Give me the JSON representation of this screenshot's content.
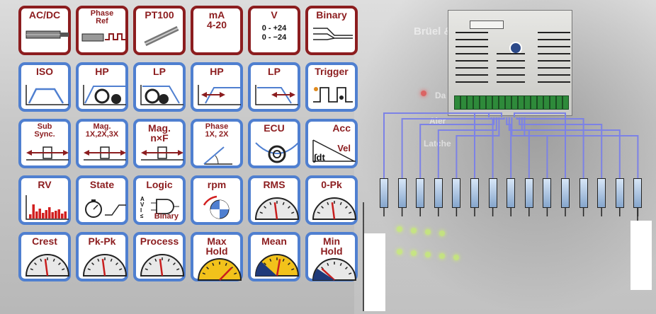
{
  "tiles": [
    {
      "label": "AC/DC",
      "color": "red",
      "icon": "sensor-probe-icon"
    },
    {
      "label": "Phase\nRef",
      "color": "red",
      "icon": "phase-ref-probe-icon"
    },
    {
      "label": "PT100",
      "color": "red",
      "icon": "pt100-probe-icon"
    },
    {
      "label": "mA\n4-20",
      "color": "red",
      "icon": "none"
    },
    {
      "label": "V",
      "sub": "0 -  +24\n0 -  −24",
      "color": "red",
      "icon": "none"
    },
    {
      "label": "Binary",
      "color": "red",
      "icon": "binary-signal-icon"
    },
    {
      "label": "ISO",
      "color": "blue",
      "icon": "iso-filter-icon"
    },
    {
      "label": "HP",
      "color": "blue",
      "icon": "hp-bearing-gear-icon"
    },
    {
      "label": "LP",
      "color": "blue",
      "icon": "lp-bearing-gear-icon"
    },
    {
      "label": "HP",
      "color": "blue",
      "icon": "hp-filter-arrow-icon"
    },
    {
      "label": "LP",
      "color": "blue",
      "icon": "lp-filter-arrow-icon"
    },
    {
      "label": "Trigger",
      "color": "blue",
      "icon": "trigger-pulse-icon"
    },
    {
      "label": "Sub\nSync.",
      "color": "blue",
      "icon": "band-arrow-icon"
    },
    {
      "label": "Mag.\n1X,2X,3X",
      "color": "blue",
      "icon": "band-arrow-icon"
    },
    {
      "label": "Mag.\nn×F",
      "color": "blue",
      "icon": "band-arrow-icon"
    },
    {
      "label": "Phase\n1X, 2X",
      "color": "blue",
      "icon": "phase-angle-icon"
    },
    {
      "label": "ECU",
      "color": "blue",
      "icon": "bearing-icon"
    },
    {
      "label": "Acc",
      "sub": "Vel",
      "extra": "∫dt",
      "color": "blue",
      "icon": "integration-icon"
    },
    {
      "label": "RV",
      "color": "blue",
      "icon": "spectrum-icon"
    },
    {
      "label": "State",
      "color": "blue",
      "icon": "stopwatch-icon"
    },
    {
      "label": "Logic",
      "sub": "Binary",
      "extra": "A\nV\nI\n≤",
      "color": "blue",
      "icon": "logic-gate-icon"
    },
    {
      "label": "rpm",
      "color": "blue",
      "icon": "rpm-dial-icon"
    },
    {
      "label": "RMS",
      "color": "blue",
      "icon": "gauge-icon"
    },
    {
      "label": "0-Pk",
      "color": "blue",
      "icon": "gauge-icon"
    },
    {
      "label": "Crest",
      "color": "blue",
      "icon": "gauge-icon"
    },
    {
      "label": "Pk-Pk",
      "color": "blue",
      "icon": "gauge-icon"
    },
    {
      "label": "Process",
      "color": "blue",
      "icon": "gauge-icon"
    },
    {
      "label": "Max\nHold",
      "color": "blue",
      "icon": "gauge-yellow-icon"
    },
    {
      "label": "Mean",
      "color": "blue",
      "icon": "gauge-mean-icon"
    },
    {
      "label": "Min\nHold",
      "color": "blue",
      "icon": "gauge-min-icon"
    }
  ],
  "background": {
    "brand_text": "Brüel & K",
    "words": [
      "Da",
      "Aler",
      "Latche"
    ]
  },
  "colors": {
    "red": "#8c1d1f",
    "blue": "#4f7fd0",
    "wire": "#7c82e6"
  },
  "sensor_count": 15
}
